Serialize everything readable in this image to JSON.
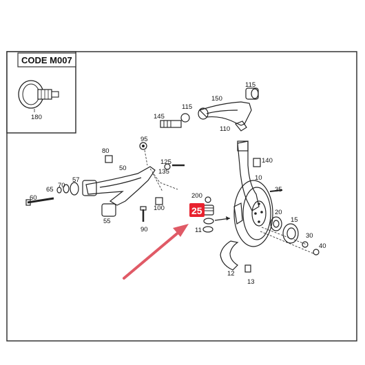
{
  "inset": {
    "code": "CODE M007",
    "part_label": "180"
  },
  "highlight": {
    "label": "25",
    "color": "#e8222e"
  },
  "arrow_color": "#e05a66",
  "labels": {
    "p115a": "115",
    "p150": "150",
    "p115b": "115",
    "p145": "145",
    "p110": "110",
    "p95": "95",
    "p80": "80",
    "p125": "125",
    "p135": "135",
    "p50": "50",
    "p57": "57",
    "p70": "70",
    "p65": "65",
    "p60": "60",
    "p55": "55",
    "p100": "100",
    "p90": "90",
    "p200": "200",
    "p11": "11",
    "p140": "140",
    "p10": "10",
    "p35": "35",
    "p20": "20",
    "p15": "15",
    "p30": "30",
    "p40": "40",
    "p12": "12",
    "p13": "13"
  }
}
